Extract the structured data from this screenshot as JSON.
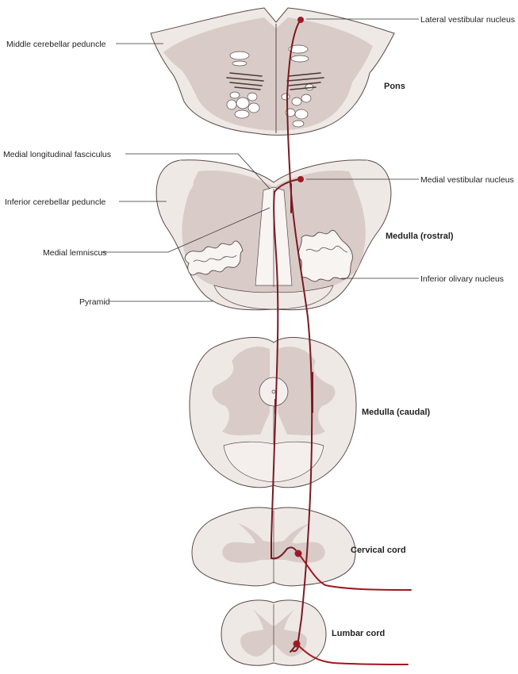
{
  "colors": {
    "tissue_light": "#efe9e6",
    "tissue_dark": "#d9ccc8",
    "nucleus_fill": "#f4efed",
    "outline": "#5a4a4a",
    "tract": "#7a1a22",
    "tract_dot": "#9b1c26",
    "nerve": "#a0161e"
  },
  "labels": {
    "lateral_vestibular_nucleus": "Lateral vestibular nucleus",
    "middle_cerebellar_peduncle": "Middle cerebellar peduncle",
    "pons": "Pons",
    "medial_longitudinal_fasciculus": "Medial longitudinal fasciculus",
    "medial_vestibular_nucleus": "Medial vestibular nucleus",
    "inferior_cerebellar_peduncle": "Inferior cerebellar peduncle",
    "medulla_rostral": "Medulla (rostral)",
    "medial_lemniscus": "Medial lemniscus",
    "inferior_olivary_nucleus": "Inferior olivary nucleus",
    "pyramid": "Pyramid",
    "medulla_caudal": "Medulla (caudal)",
    "cervical_cord": "Cervical cord",
    "lumbar_cord": "Lumbar cord"
  }
}
